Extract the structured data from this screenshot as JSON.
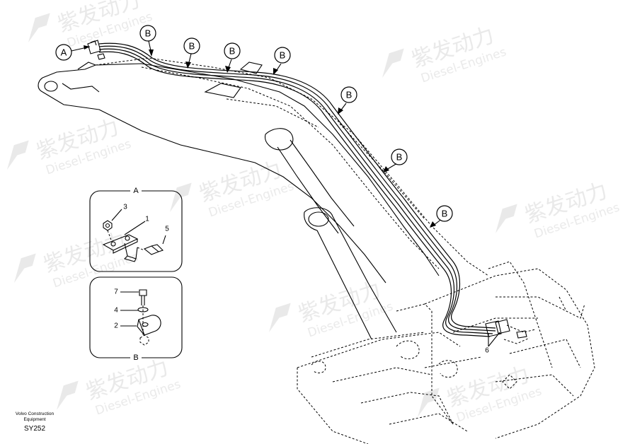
{
  "callouts": {
    "a": "A",
    "b": "B"
  },
  "details": {
    "top_title": "A",
    "bottom_title": "B"
  },
  "parts": {
    "p1": "1",
    "p2": "2",
    "p3": "3",
    "p4": "4",
    "p5": "5",
    "p6": "6",
    "p7": "7"
  },
  "watermark": {
    "brand_cn": "紫发动力",
    "brand_en": "Diesel-Engines"
  },
  "footer": {
    "line1": "Volvo Construction",
    "line2": "Equipment",
    "code": "SY252"
  }
}
